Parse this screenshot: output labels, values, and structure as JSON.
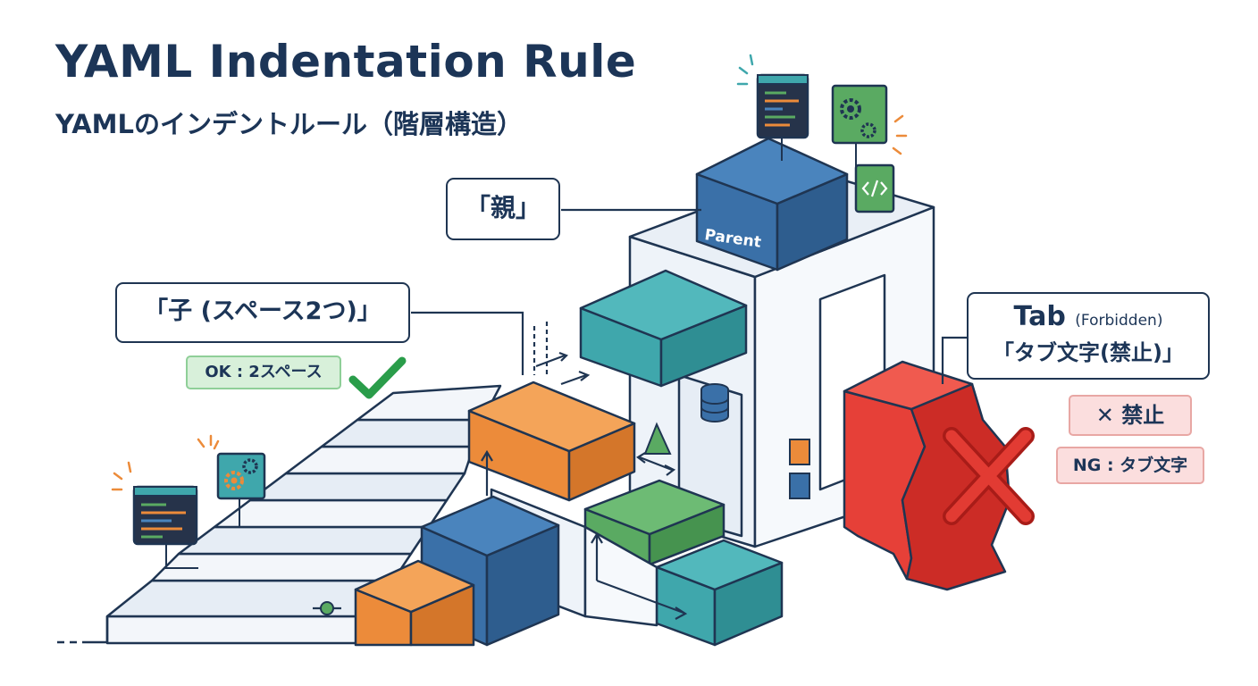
{
  "header": {
    "title": "YAML Indentation Rule",
    "subtitle": "YAMLのインデントルール（階層構造）"
  },
  "labels": {
    "parent_callout": "「親」",
    "parent_block": "Parent",
    "child_callout": "「子 (スペース2つ)」",
    "ok_badge": "OK : 2スペース",
    "tab_title": "Tab",
    "tab_note": "(Forbidden)",
    "tab_jp": "「タブ文字(禁止)」",
    "forbidden_badge": "✕ 禁止",
    "ng_badge": "NG : タブ文字"
  },
  "colors": {
    "navy": "#1f3552",
    "blue": "#3a70a8",
    "teal": "#3fa7ac",
    "orange": "#ec8b3a",
    "green": "#5aaa62",
    "red": "#e64038",
    "ok_bg": "#d8f0da",
    "ng_bg": "#fbdede"
  }
}
